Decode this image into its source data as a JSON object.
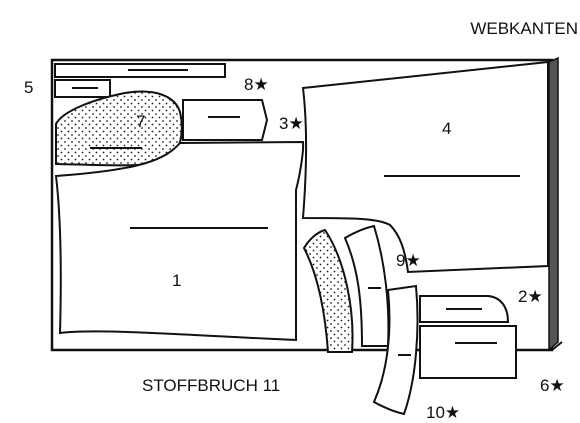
{
  "labels": {
    "webkanten": "WEBKANTEN",
    "stoffbruch": "STOFFBRUCH 11",
    "p1": "1",
    "p2": "2★",
    "p3": "3★",
    "p4": "4",
    "p5": "5",
    "p6": "6★",
    "p7": "7",
    "p8": "8★",
    "p9": "9★",
    "p10": "10★"
  },
  "colors": {
    "line": "#111111",
    "paper": "#ffffff",
    "selvage": "#555555"
  }
}
